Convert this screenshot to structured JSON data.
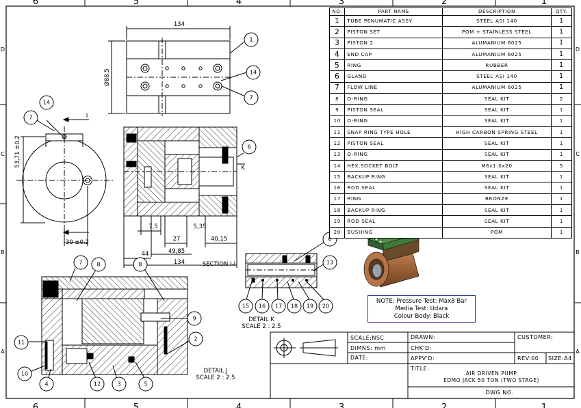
{
  "border": {
    "top_zones": [
      "6",
      "5",
      "4",
      "3",
      "2",
      "1"
    ],
    "bottom_zones": [
      "6",
      "5",
      "4",
      "3",
      "2",
      "1"
    ],
    "left_zones": [
      "D",
      "C",
      "B",
      "A"
    ],
    "right_zones": [
      "D",
      "C",
      "B",
      "A"
    ]
  },
  "bom": {
    "headers": {
      "no": "NO.",
      "part": "PART NAME",
      "desc": "DESCRIPTION",
      "qty": "QTY."
    },
    "rows": [
      {
        "no": "1",
        "part": "TUBE PENUMATIC ASSY",
        "desc": "STEEL ASI 140",
        "qty": "1"
      },
      {
        "no": "2",
        "part": "PISTON SET",
        "desc": "POM + STAINLESS STEEL",
        "qty": "1"
      },
      {
        "no": "3",
        "part": "PISTON 2",
        "desc": "ALUMANIUM 6025",
        "qty": "1"
      },
      {
        "no": "4",
        "part": "END CAP",
        "desc": "ALUMANIUM 6025",
        "qty": "1"
      },
      {
        "no": "5",
        "part": "RING",
        "desc": "RUBBER",
        "qty": "1"
      },
      {
        "no": "6",
        "part": "GLAND",
        "desc": "STEEL ASI 140",
        "qty": "1"
      },
      {
        "no": "7",
        "part": "FLOW LINE",
        "desc": "ALUMANIUM 6025",
        "qty": "1"
      },
      {
        "no": "8",
        "part": "O-RING",
        "desc": "SEAL KIT",
        "qty": "2"
      },
      {
        "no": "9",
        "part": "PISTON SEAL",
        "desc": "SEAL KIT",
        "qty": "1"
      },
      {
        "no": "10",
        "part": "O-RING",
        "desc": "SEAL KIT",
        "qty": "1"
      },
      {
        "no": "11",
        "part": "SNAP RING TYPE HOLE",
        "desc": "HIGH CARBON SPRING STEEL",
        "qty": "1"
      },
      {
        "no": "12",
        "part": "PISTON SEAL",
        "desc": "SEAL KIT",
        "qty": "1"
      },
      {
        "no": "13",
        "part": "O-RING",
        "desc": "SEAL KIT",
        "qty": "1"
      },
      {
        "no": "14",
        "part": "HEX.SOCKET BOLT",
        "desc": "M6x1.0x20",
        "qty": "5"
      },
      {
        "no": "15",
        "part": "BACKUP RING",
        "desc": "SEAL KIT",
        "qty": "1"
      },
      {
        "no": "16",
        "part": "ROD SEAL",
        "desc": "SEAL KIT",
        "qty": "1"
      },
      {
        "no": "17",
        "part": "RING",
        "desc": "BRONZE",
        "qty": "1"
      },
      {
        "no": "18",
        "part": "BACKUP RING",
        "desc": "SEAL KIT",
        "qty": "1"
      },
      {
        "no": "19",
        "part": "ROD SEAL",
        "desc": "SEAL KIT",
        "qty": "1"
      },
      {
        "no": "20",
        "part": "BUSHING",
        "desc": "POM",
        "qty": "1"
      }
    ]
  },
  "top_view": {
    "width_dim": "134",
    "height_dim": "Ø88.5",
    "balloons": [
      "1",
      "14",
      "7"
    ]
  },
  "side_view": {
    "height_dim": "53,71 ±0.2",
    "width_dim": "30 ±0.2",
    "section_label": "I",
    "balloons": [
      "14",
      "7"
    ]
  },
  "section_view": {
    "label": "SECTION I-I",
    "marker": "K",
    "dims": [
      "7,5",
      "5,35",
      "27",
      "40,15",
      "49,85",
      "44",
      "134"
    ],
    "balloons": [
      "6"
    ]
  },
  "detail_k": {
    "title": "DETAIL K",
    "scale": "SCALE 2 : 2.5",
    "balloons": [
      "6",
      "13",
      "15",
      "16",
      "17",
      "18",
      "19",
      "20"
    ]
  },
  "detail_j": {
    "title": "DETAIL J",
    "scale": "SCALE 2 : 2.5",
    "balloons": [
      "7",
      "8",
      "8",
      "9",
      "2",
      "11",
      "10",
      "4",
      "12",
      "3",
      "5"
    ]
  },
  "note": {
    "line1": "NOTE: Pressure Test: Max8 Bar",
    "line2": "Media Test: Udara",
    "line3": "Colour Body: Black"
  },
  "title_block": {
    "scale_label": "SCALE:NSC",
    "dimns_label": "DIMNS: mm",
    "date_label": "DATE:",
    "drawn_label": "DRAWN:",
    "chkd_label": "CHK'D:",
    "apprvd_label": "APPV'D:",
    "customer_label": "CUSTOMER:",
    "rev_label": "REV:00",
    "size_label": "SIZE:A4",
    "title_label": "TITLE:",
    "title_line1": "AIR DRIVEN PUMP",
    "title_line2": "EDMO JACK 50 TON (TWO STAGE)",
    "dwg_label": "DWG NO."
  },
  "colors": {
    "iso_body": "#a0643a",
    "iso_top": "#3f7a3a",
    "note_border": "#2b3a8f",
    "line": "#000000"
  }
}
